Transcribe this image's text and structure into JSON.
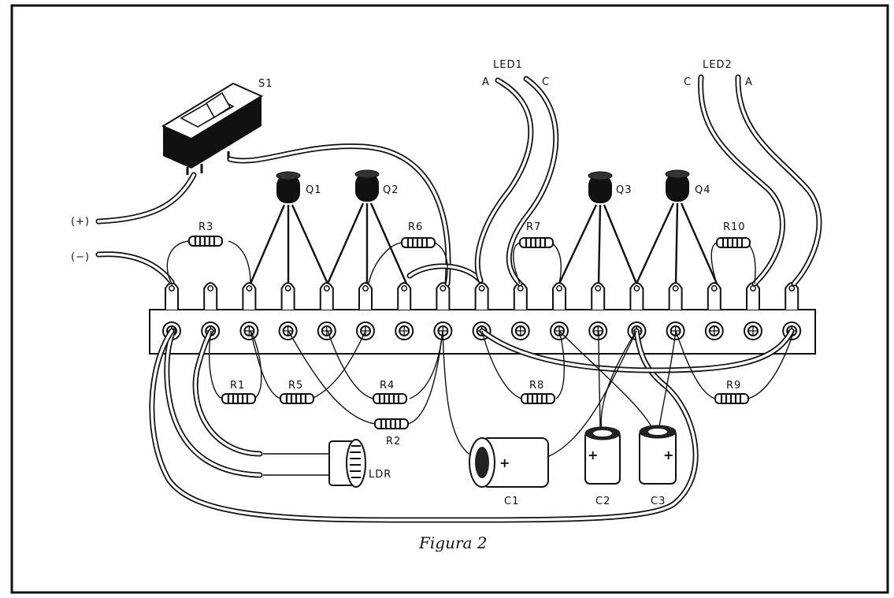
{
  "caption": "Figura 2",
  "labels": {
    "s1": "S1",
    "plus": "(+)",
    "minus": "(−)",
    "q1": "Q1",
    "q2": "Q2",
    "q3": "Q3",
    "q4": "Q4",
    "r1": "R1",
    "r2": "R2",
    "r3": "R3",
    "r4": "R4",
    "r5": "R5",
    "r6": "R6",
    "r7": "R7",
    "r8": "R8",
    "r9": "R9",
    "r10": "R10",
    "led1": "LED1",
    "led1_a": "A",
    "led1_c": "C",
    "led2": "LED2",
    "led2_c": "C",
    "led2_a": "A",
    "ldr": "LDR",
    "c1": "C1",
    "c2": "C2",
    "c3": "C3",
    "c1_plus": "+",
    "c2_plus": "+",
    "c3_plus": "+"
  },
  "terminal_strip": {
    "lug_count": 17
  }
}
